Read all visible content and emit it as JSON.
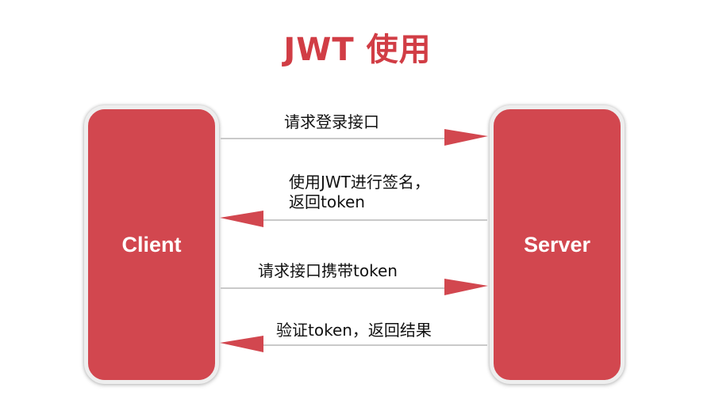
{
  "title": "JWT 使用",
  "colors": {
    "title": "#d13d45",
    "box": "#d2474f",
    "arrow_line": "#c9c9c9",
    "arrow_head": "#d2474f"
  },
  "client": {
    "label": "Client"
  },
  "server": {
    "label": "Server"
  },
  "messages": [
    {
      "direction": "client-to-server",
      "lines": [
        "请求登录接口"
      ]
    },
    {
      "direction": "server-to-client",
      "lines": [
        "使用JWT进行签名，",
        "返回token"
      ]
    },
    {
      "direction": "client-to-server",
      "lines": [
        "请求接口携带token"
      ]
    },
    {
      "direction": "server-to-client",
      "lines": [
        "验证token，返回结果"
      ]
    }
  ]
}
